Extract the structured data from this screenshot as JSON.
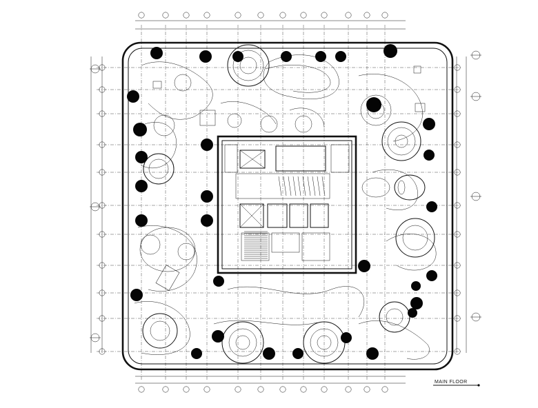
{
  "drawing": {
    "title": "MAIN FLOOR"
  },
  "colors": {
    "ink": "#111111",
    "paper": "#ffffff",
    "tree_fill": "#050505"
  },
  "icons": {
    "tree": "black-circle-tree-symbol",
    "grid_bubble": "circle-grid-marker",
    "section_marker": "section-cut-marker"
  }
}
